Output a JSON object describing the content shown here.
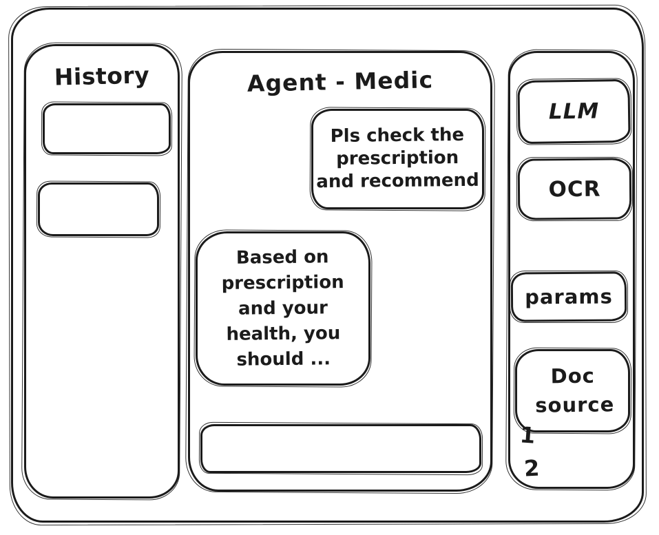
{
  "canvas": {
    "background_color": "#ffffff",
    "stroke_color": "#1b1b1b"
  },
  "history": {
    "title": "History",
    "items": [
      {
        "label": ""
      },
      {
        "label": ""
      }
    ]
  },
  "chat": {
    "title": "Agent - Medic",
    "messages": [
      {
        "role": "user",
        "text": "Pls check the\nprescription\nand recommend"
      },
      {
        "role": "assistant",
        "text": "Based on\nprescription\nand your\nhealth, you\nshould ..."
      }
    ],
    "input": {
      "value": "",
      "placeholder": ""
    }
  },
  "tools": {
    "buttons": [
      {
        "label": "LLM"
      },
      {
        "label": "OCR"
      },
      {
        "label": "params"
      },
      {
        "label": "Doc source"
      }
    ],
    "annotations": [
      "1",
      "2"
    ]
  }
}
